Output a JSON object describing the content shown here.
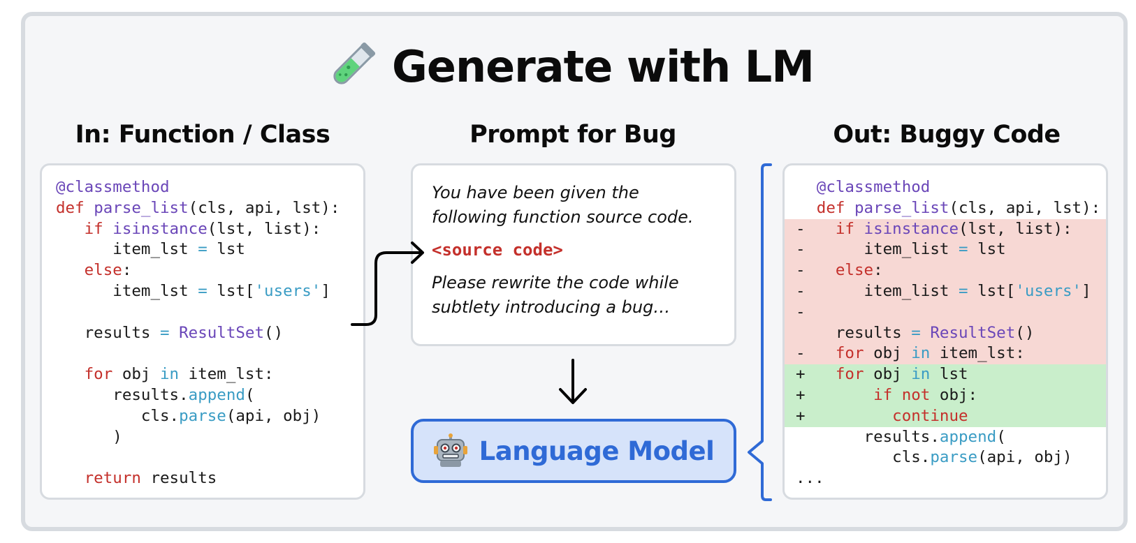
{
  "title": "Generate with LM",
  "title_icon": "test-tube-icon",
  "columns": {
    "input": "In: Function / Class",
    "prompt": "Prompt for Bug",
    "output": "Out: Buggy Code"
  },
  "prompt": {
    "line1": "You have been given the",
    "line2": "following function source code.",
    "source_placeholder": "<source code>",
    "line3": "Please rewrite the code while",
    "line4": "subtlety introducing a bug…"
  },
  "model": {
    "label": "Language Model",
    "icon": "robot-icon"
  },
  "input_code": {
    "decorator": "@classmethod",
    "lines": [
      "def parse_list(cls, api, lst):",
      "   if isinstance(lst, list):",
      "      item_lst = lst",
      "   else:",
      "      item_lst = lst['users']",
      "",
      "   results = ResultSet()",
      "",
      "   for obj in item_lst:",
      "      results.append(",
      "         cls.parse(api, obj)",
      "      )",
      "",
      "   return results"
    ]
  },
  "output_code": {
    "decorator": "@classmethod",
    "lines": [
      {
        "mark": "",
        "type": "ctx",
        "text": "def parse_list(cls, api, lst):"
      },
      {
        "mark": "-",
        "type": "del",
        "text": "  if isinstance(lst, list):"
      },
      {
        "mark": "-",
        "type": "del",
        "text": "     item_list = lst"
      },
      {
        "mark": "-",
        "type": "del",
        "text": "  else:"
      },
      {
        "mark": "-",
        "type": "del",
        "text": "     item_list = lst['users']"
      },
      {
        "mark": "-",
        "type": "del",
        "text": ""
      },
      {
        "mark": "",
        "type": "del",
        "text": "  results = ResultSet()"
      },
      {
        "mark": "-",
        "type": "del",
        "text": "  for obj in item_lst:"
      },
      {
        "mark": "+",
        "type": "add",
        "text": "  for obj in lst"
      },
      {
        "mark": "+",
        "type": "add",
        "text": "      if not obj:"
      },
      {
        "mark": "+",
        "type": "add",
        "text": "        continue"
      },
      {
        "mark": "",
        "type": "ctx",
        "text": "     results.append("
      },
      {
        "mark": "",
        "type": "ctx",
        "text": "        cls.parse(api, obj)"
      },
      {
        "mark": "...",
        "type": "ctx",
        "text": ""
      }
    ]
  },
  "colors": {
    "keyword": "#c4302b",
    "function": "#6a46b8",
    "call": "#3a9cc4",
    "deleted_bg": "#f7d8d4",
    "added_bg": "#c9eecb",
    "accent": "#2f6ad6"
  }
}
